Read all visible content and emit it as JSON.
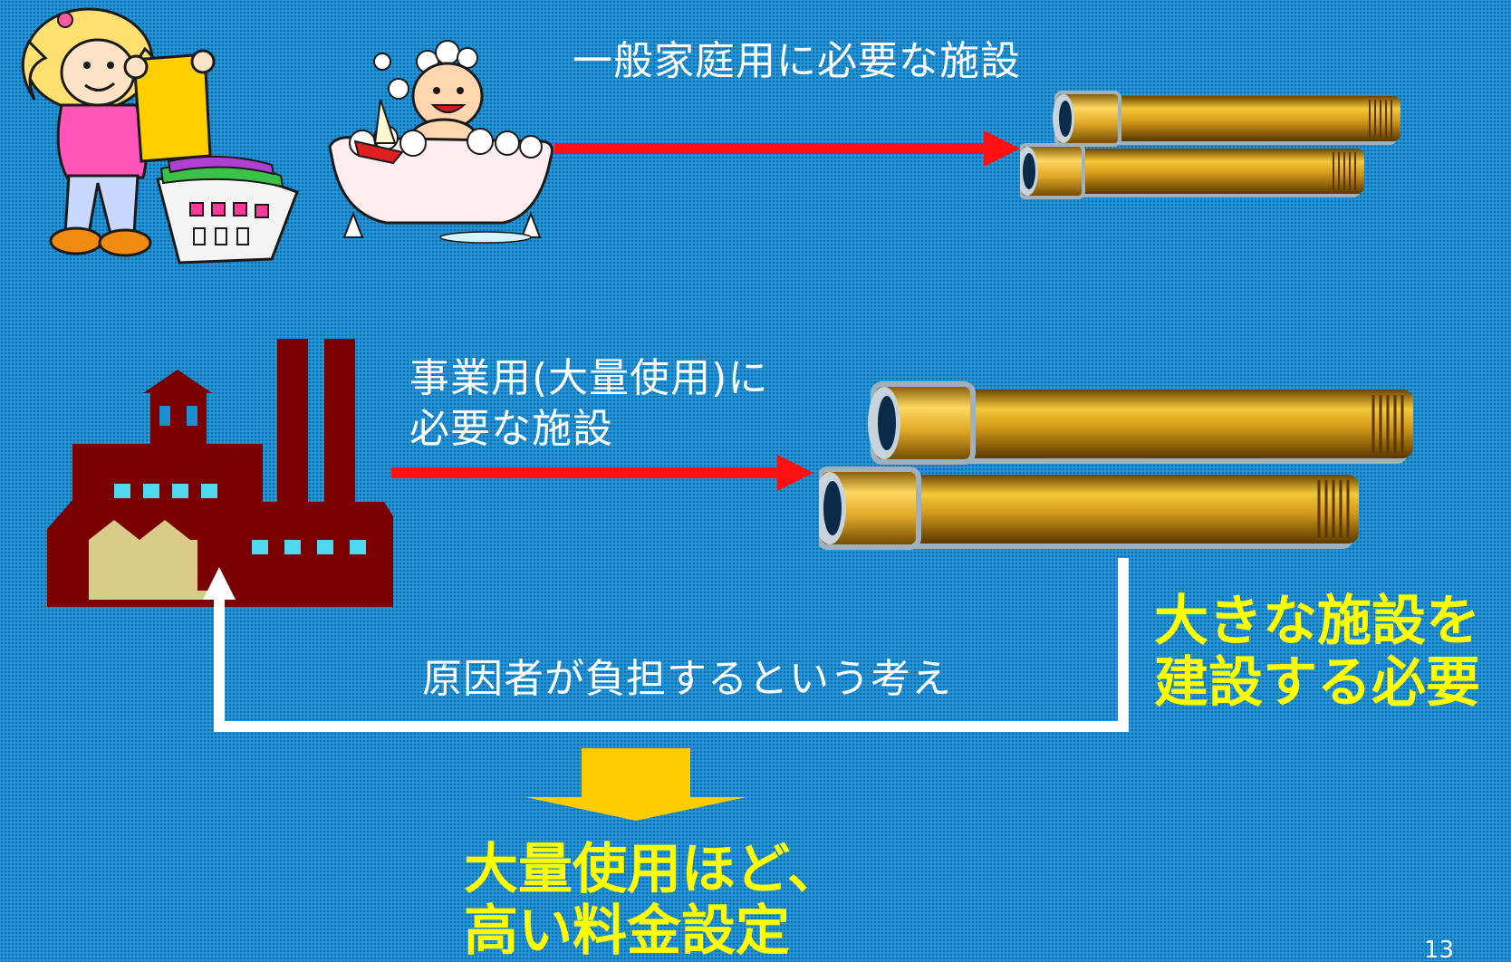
{
  "labels": {
    "household": "一般家庭用に必要な施設",
    "business_line1": "事業用(大量使用)に",
    "business_line2": "必要な施設",
    "cause_bearer": "原因者が負担するという考え",
    "big_facility_line1": "大きな施設を",
    "big_facility_line2": "建設する必要",
    "conclusion_line1": "大量使用ほど、",
    "conclusion_line2": "高い料金設定",
    "slide_number": "13"
  },
  "colors": {
    "background": "#1a8fd3",
    "arrow_red": "#ff1010",
    "pipe_gold": "#e0a020",
    "emphasis_yellow": "#ffff00",
    "down_arrow": "#ffcc00",
    "factory": "#7a0000",
    "factory_windows": "#4fd8f0",
    "factory_wall": "#d8cc88"
  },
  "icons": {
    "laundry_girl": "laundry-girl-icon",
    "bathtub_child": "bathtub-child-icon",
    "factory": "factory-icon",
    "small_pipes": "small-pipes-icon",
    "large_pipes": "large-pipes-icon"
  }
}
